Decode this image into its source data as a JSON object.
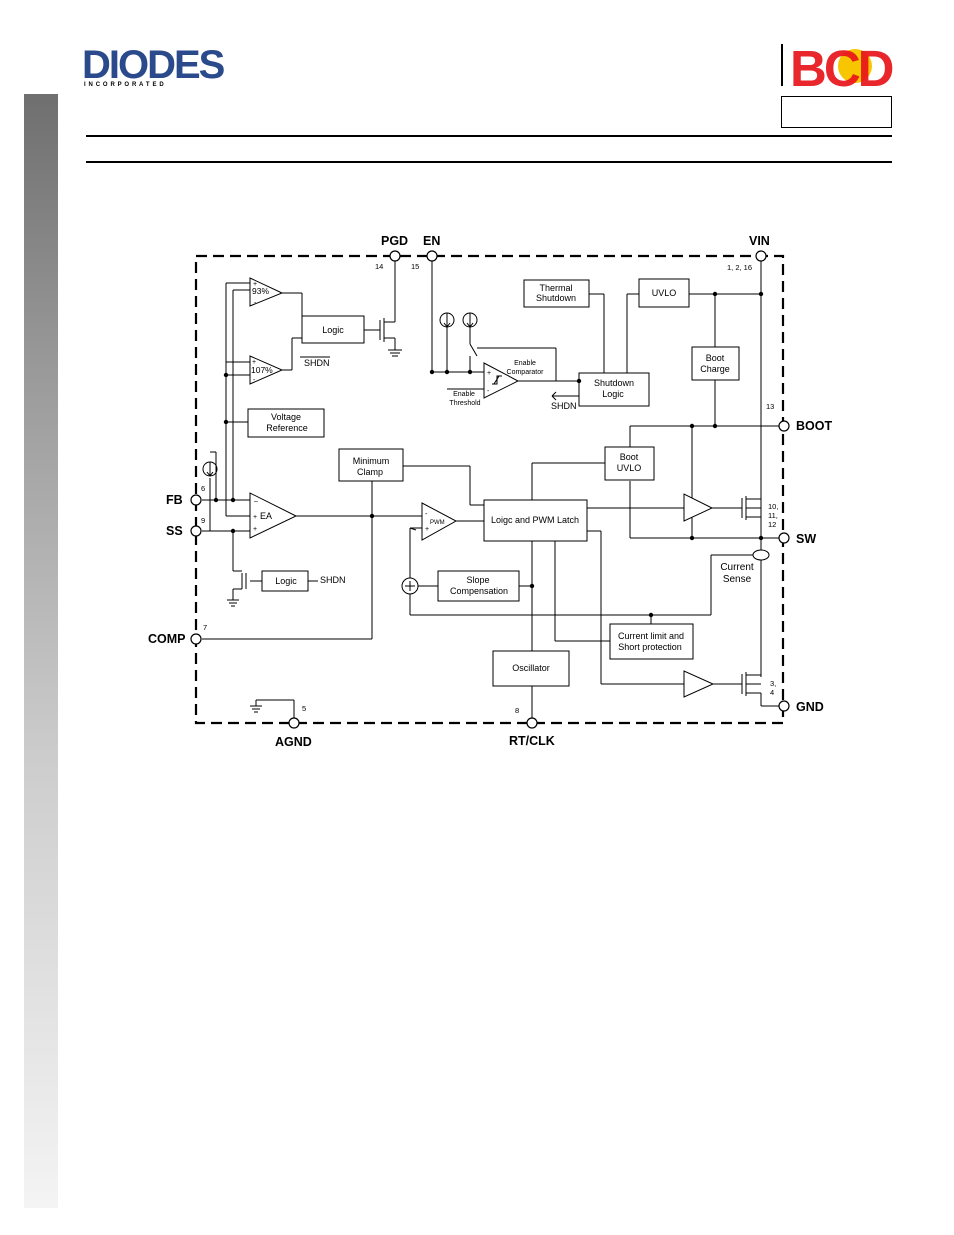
{
  "header": {
    "diodes_logo": "DIODES",
    "diodes_sub": "I N C O R P O R A T E D",
    "bcd_logo": "BCD",
    "colors": {
      "diodes_blue": "#2a4a8c",
      "bcd_red": "#e8141b",
      "bcd_yellow": "#f7c600"
    }
  },
  "pins": {
    "pgd": "PGD",
    "en": "EN",
    "vin": "VIN",
    "boot": "BOOT",
    "sw": "SW",
    "gnd": "GND",
    "fb": "FB",
    "ss": "SS",
    "comp": "COMP",
    "agnd": "AGND",
    "rtclk": "RT/CLK"
  },
  "pin_numbers": {
    "pgd": "14",
    "en": "15",
    "vin": "1, 2, 16",
    "boot": "13",
    "sw1": "10,",
    "sw2": "11,",
    "sw3": "12",
    "gnd1": "3,",
    "gnd2": "4",
    "fb": "6",
    "ss": "9",
    "comp": "7",
    "agnd": "5",
    "rtclk": "8"
  },
  "blocks": {
    "thermal1": "Thermal",
    "thermal2": "Shutdown",
    "uvlo": "UVLO",
    "logic_top": "Logic",
    "shdn1": "SHDN",
    "vref1": "Voltage",
    "vref2": "Reference",
    "boot_charge1": "Boot",
    "boot_charge2": "Charge",
    "enable_comp1": "Enable",
    "enable_comp2": "Comparator",
    "enable_thr1": "Enable",
    "enable_thr2": "Threshold",
    "shutdown1": "Shutdown",
    "shutdown2": "Logic",
    "shdn2": "SHDN",
    "min_clamp1": "Minimum",
    "min_clamp2": "Clamp",
    "boot_uvlo1": "Boot",
    "boot_uvlo2": "UVLO",
    "pwm_latch": "Loigc and PWM Latch",
    "ea": "EA",
    "pwm": "PWM",
    "logic_bottom": "Logic",
    "shdn3": "SHDN",
    "slope1": "Slope",
    "slope2": "Compensation",
    "current_sense1": "Current",
    "current_sense2": "Sense",
    "climit1": "Current limit and",
    "climit2": "Short protection",
    "oscillator": "Oscillator",
    "ref93": "93%",
    "ref107": "107%"
  }
}
